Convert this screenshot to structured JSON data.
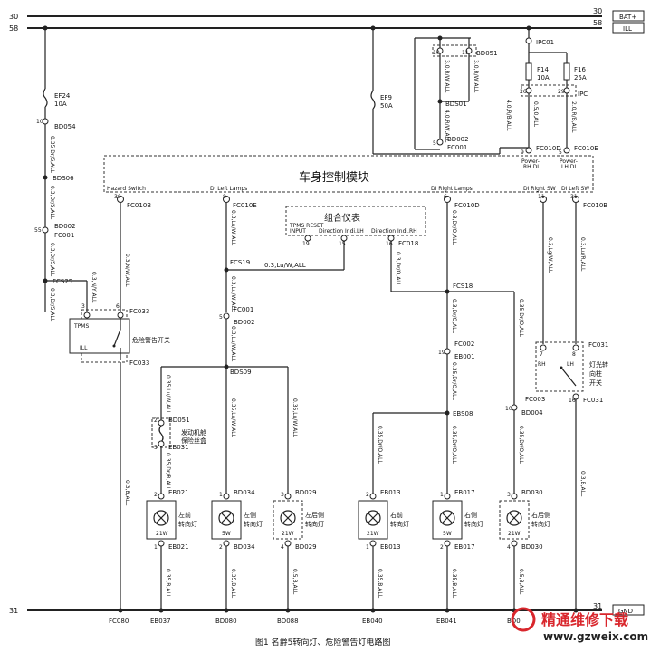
{
  "rails": {
    "top_left_1": "30",
    "top_left_2": "58",
    "top_right_1": "30",
    "top_right_2": "58",
    "bat_label": "BAT+",
    "ill_label": "ILL",
    "bottom_left": "31",
    "bottom_right": "31",
    "gnd_label": "GND"
  },
  "fuses": {
    "ef24_name": "EF24",
    "ef24_rating": "10A",
    "ef9_name": "EF9",
    "ef9_rating": "50A",
    "f14_name": "F14",
    "f14_rating": "10A",
    "f16_name": "F16",
    "f16_rating": "25A"
  },
  "left_column": {
    "pin_10": "10",
    "bd054": "BD054",
    "wire_1": "0.35,Dr/S,ALL",
    "bds06": "BDS06",
    "wire_2": "0.3,Dr/S,ALL",
    "bd002": "BD002",
    "pin_55": "55",
    "fc001": "FC001",
    "wire_3": "0.3,Dr/S,ALL",
    "fcs25": "FCS25",
    "wire_4": "0.3,Dr/S,ALL"
  },
  "ef9_column": {
    "pin_10": "10",
    "pin_11": "11",
    "bd051": "BD051",
    "wire_a": "3.0,R/W,ALL",
    "wire_b": "3.0,R/W,ALL",
    "bds01": "BDS01",
    "wire_c": "4.0,R/W,ALL",
    "bd002": "BD002",
    "pin_5": "5",
    "fc001": "FC001",
    "wire_d": "4.0,R/B,ALL"
  },
  "ipc": {
    "ipc01": "IPC01",
    "pin_26": "26",
    "pin_29": "29",
    "ipc": "IPC",
    "wire_a": "0.5,0,ALL",
    "wire_b": "2.0,R/B,ALL",
    "pin_9": "9",
    "fc010d": "FC010D",
    "pin_5": "5",
    "fc010e": "FC010E",
    "power_rh": "Power-\nRH DI",
    "power_lh": "Power-\nLH DI"
  },
  "bcm": {
    "title": "车身控制模块",
    "hazard_label": "Hazard Switch",
    "left_lamps_label": "DI Left Lamps",
    "right_lamps_label": "DI Right Lamps",
    "right_sw_label": "DI Right SW",
    "left_sw_label": "DI Left SW",
    "pin_30": "30",
    "fc010b": "FC010B",
    "pin_8": "8",
    "fc010e": "FC010E",
    "pin_6": "6",
    "fc010d": "FC010D",
    "pin_11": "11",
    "pin_31": "31",
    "fc010b_2": "FC010B"
  },
  "cluster": {
    "title": "组合仪表",
    "tpms_label": "TPMS RESET\nINPUT",
    "dir_lh": "Direction Indi.LH",
    "dir_rh": "Direction Indi.RH",
    "pin_19": "19",
    "pin_15": "15",
    "pin_16": "16",
    "fc018": "FC018",
    "wire_tpms": "0.3,Lu/W,ALL",
    "wire_rh": "0.3,Dr/O,ALL"
  },
  "hazard": {
    "tpms": "TPMS",
    "ill": "ILL",
    "label": "危险警告开关",
    "pin_3": "3",
    "pin_6": "6",
    "fc033_top": "FC033",
    "fc033_bot": "FC033",
    "wire_a": "0.3,N/Y,ALL",
    "wire_b": "0.3,N/W,ALL",
    "wire_gnd": "0.3,B,ALL",
    "fc080": "FC080"
  },
  "left_branch": {
    "wire_1": "0.3,Lu/W,ALL",
    "fcs19": "FCS19",
    "wire_2": "0.3,Lu/W,ALL",
    "fc001": "FC001",
    "pin_5": "5",
    "bd002": "BD002",
    "wire_3": "0.3,Lu/W,ALL",
    "bds09": "BDS09"
  },
  "lamp_lf": {
    "wire_a": "0.35,Lu/W,ALL",
    "pin_2": "2",
    "bd051": "BD051",
    "box_label": "发动机舱\n保险丝盒",
    "pin_5": "5",
    "eb031": "EB031",
    "wire_b": "0.35,Dr/R,ALL",
    "pin_top": "2",
    "eb021": "EB021",
    "label": "左前\n转向灯",
    "watt": "21W",
    "pin_bot": "1",
    "eb021_b": "EB021",
    "wire_gnd": "0.35,B,ALL",
    "gnd_conn": "EB037"
  },
  "lamp_ls": {
    "wire_a": "0.35,Lu/W,ALL",
    "pin_top": "1",
    "bd034": "BD034",
    "label": "左侧\n转向灯",
    "watt": "5W",
    "pin_bot": "2",
    "bd034_b": "BD034",
    "wire_gnd": "0.35,B,ALL",
    "gnd_conn": "BD080"
  },
  "lamp_lr": {
    "wire_a": "0.35,Lu/W,ALL",
    "pin_top": "3",
    "bd029": "BD029",
    "label": "左后侧\n转向灯",
    "watt": "21W",
    "pin_bot": "4",
    "bd029_b": "BD029",
    "wire_gnd": "0.5,B,ALL",
    "gnd_conn": "BD088"
  },
  "right_branch": {
    "wire_1": "0.3,Dr/O,ALL",
    "fcs18": "FCS18",
    "wire_2": "0.3,Dr/O,ALL",
    "fc002": "FC002",
    "pin_19": "19",
    "eb001": "EB001",
    "wire_3": "0.35,Dr/O,ALL",
    "ebs08": "EBS08",
    "wire_4": "0.35,Dr/O,ALL",
    "pin_10": "10",
    "bd004": "BD004",
    "fc003": "FC003"
  },
  "lamp_rf": {
    "wire_a": "0.35,Dr/O,ALL",
    "pin_top": "2",
    "eb013": "EB013",
    "label": "右前\n转向灯",
    "watt": "21W",
    "pin_bot": "1",
    "eb013_b": "EB013",
    "wire_gnd": "0.35,B,ALL",
    "gnd_conn": "EB040"
  },
  "lamp_rs": {
    "wire_a": "0.35,Dr/O,ALL",
    "pin_top": "1",
    "eb017": "EB017",
    "label": "右侧\n转向灯",
    "watt": "5W",
    "pin_bot": "2",
    "eb017_b": "EB017",
    "wire_gnd": "0.35,B,ALL",
    "gnd_conn": "EB041"
  },
  "lamp_rr": {
    "wire_a": "0.35,Dr/O,ALL",
    "pin_top": "3",
    "bd030": "BD030",
    "label": "右后侧\n转向灯",
    "watt": "21W",
    "pin_bot": "4",
    "bd030_b": "BD030",
    "wire_gnd": "0.5,B,ALL",
    "gnd_conn": "BD0"
  },
  "turn_switch": {
    "label": "灯光转\n向柱\n开关",
    "rh": "RH",
    "lh": "LH",
    "pin_7": "7",
    "pin_8": "8",
    "fc031": "FC031",
    "pin_16": "16",
    "fc031_b": "FC031",
    "wire_a": "0.3,Lg/W,ALL",
    "wire_b": "0.3,Lu/R,ALL",
    "wire_gnd": "0.3,B,ALL"
  },
  "caption": "图1  名爵5转向灯、危险警告灯电路图",
  "watermark": {
    "cn": "精通维修下载",
    "url": "www.gzweix.com",
    "color": "#d9262c"
  }
}
